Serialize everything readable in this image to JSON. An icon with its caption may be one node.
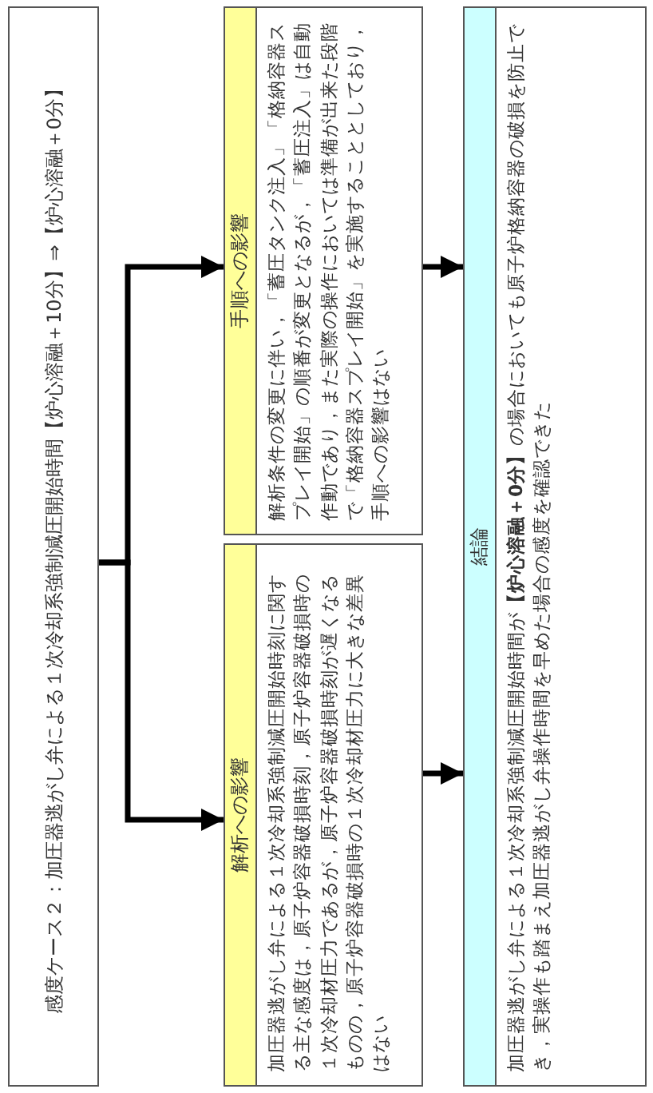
{
  "diagram": {
    "nodes": [
      {
        "text": [
          "感度ケース２：加圧器逃がし弁による１次冷却系強制減圧開始時間【炉心溶融＋10分】⇒【炉心溶融＋0分】"
        ]
      },
      {
        "text": [
          "解析への影響",
          "加圧器逃がし弁による１次冷却系強制減圧開始時刻に関する主な感度は，原子炉容器破損時刻，原子炉容器破損時の１次冷却材圧力であるが，原子炉容器破損時刻が遅くなるものの，原子炉容器破損時の１次冷却材圧力に大きな差異はない"
        ]
      },
      {
        "text": [
          "手順への影響",
          "解析条件の変更に伴い，「蓄圧タンク注入」「格納容器スプレイ開始」の順番が変更となるが，「蓄圧注入」は自動作動であり，また実際の操作においては準備が出来た段階で「格納容器スプレイ開始」を実施することとしており，手順への影響はない"
        ]
      },
      {
        "text": [
          "結論",
          "加圧器逃がし弁による１次冷却系強制減圧開始時間が**【炉心溶融＋0分】**の場合においても原子炉格納容器の破損を防止でき，実操作も踏まえ加圧器逃がし弁操作時間を早めた場合の感度を確認できた"
        ]
      }
    ],
    "edges": [
      {
        "from": 0,
        "to": 1,
        "arrow": "to"
      },
      {
        "from": 0,
        "to": 2,
        "arrow": "to"
      },
      {
        "from": 1,
        "to": 3,
        "arrow": "to"
      },
      {
        "from": 2,
        "to": 3,
        "arrow": "to"
      }
    ]
  }
}
